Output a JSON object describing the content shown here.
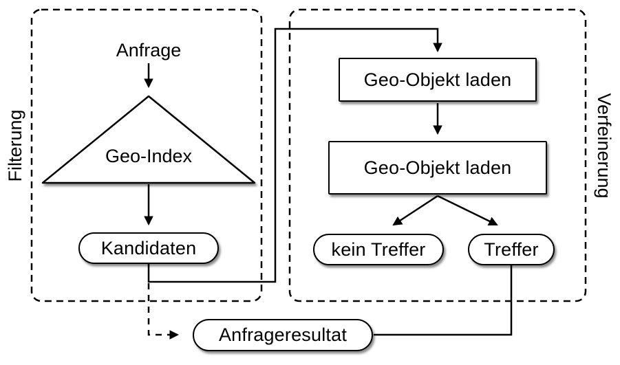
{
  "diagram": {
    "filterung": {
      "label": "Filterung",
      "anfrage": "Anfrage",
      "geo_index": "Geo-Index",
      "kandidaten": "Kandidaten"
    },
    "verfeinerung": {
      "label": "Verfeinerung",
      "load_step_1": "Geo-Objekt laden",
      "load_step_2": "Geo-Objekt laden",
      "kein_treffer": "kein Treffer",
      "treffer": "Treffer"
    },
    "anfrageresultat": "Anfrageresultat"
  },
  "colors": {
    "stroke": "#000000",
    "fill": "#ffffff",
    "shadow": "rgba(0,0,0,0.45)"
  }
}
